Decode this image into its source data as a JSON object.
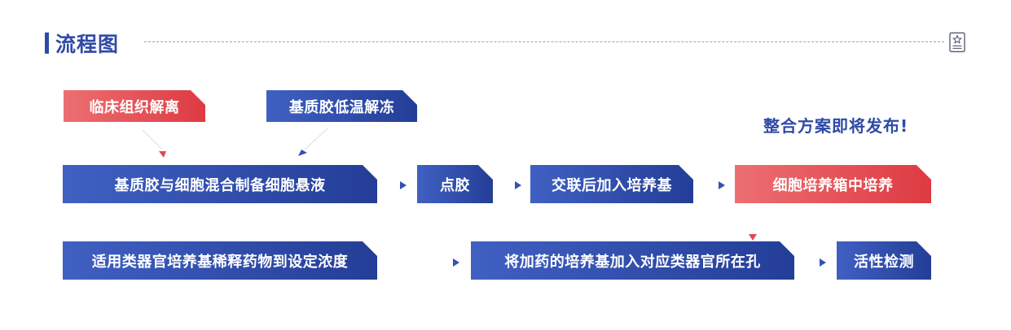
{
  "header": {
    "title": "流程图",
    "note_icon": "note-star-icon"
  },
  "announcement": "整合方案即将发布!",
  "colors": {
    "primary_blue": "#2f4aa6",
    "accent_red": "#e0444b"
  },
  "flow": {
    "inputs": [
      "临床组织解离",
      "基质胶低温解冻"
    ],
    "row1": [
      "基质胶与细胞混合制备细胞悬液",
      "点胶",
      "交联后加入培养基",
      "细胞培养箱中培养"
    ],
    "row2": [
      "适用类器官培养基稀释药物到设定浓度",
      "将加药的培养基加入对应类器官所在孔",
      "活性检测"
    ]
  }
}
